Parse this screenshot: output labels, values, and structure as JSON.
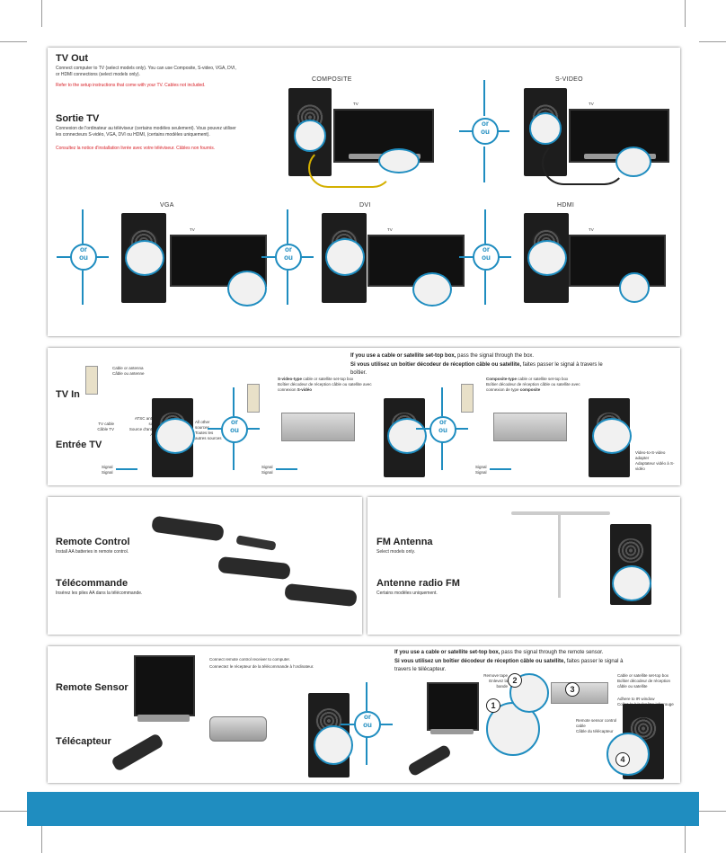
{
  "tv_out": {
    "title_en": "TV Out",
    "desc_en": "Connect computer to TV (select models only). You can use Composite, S-video, VGA, DVI, or HDMI connections (select models only).",
    "note_en": "Refer to the setup instructions that come with your TV. Cables not included.",
    "title_fr": "Sortie TV",
    "desc_fr": "Connexion de l'ordinateur au téléviseur (certains modèles seulement). Vous pouvez utiliser les connecteurs S-vidéo, VGA, DVI ou HDMI, (certains modèles uniquement).",
    "note_fr": "Consultez la notice d'installation livrée avec votre téléviseur. Câbles non fournis.",
    "composite": "COMPOSITE",
    "svideo": "S-VIDEO",
    "vga": "VGA",
    "dvi": "DVI",
    "hdmi": "HDMI",
    "tv": "TV",
    "or_en": "or",
    "or_fr": "ou"
  },
  "tv_in": {
    "title_en": "TV In",
    "title_fr": "Entrée TV",
    "header_en_bold": "If you use a cable or satellite set-top box,",
    "header_en_rest": " pass the signal through the box.",
    "header_fr_bold": "Si vous utilisez un boîtier décodeur de réception câble ou satellite,",
    "header_fr_rest": " faites passer le signal à travers le boîtier.",
    "cable_antenna": "Cable or antenna\nCâble ou antenne",
    "tv_cable": "TV cable\nCâble TV",
    "atsc": "ATSC antenna source\nSource d'antenne ATSC",
    "all_other": "All other sources\nToutes les autres sources",
    "signal": "Signal\nSignal",
    "svideo_type": "S-video-type",
    "svideo_type_rest": " cable or satellite set-top box",
    "svideo_fr": "Boîtier décodeur de réception câble ou satellite avec connexion ",
    "svideo_fr_bold": "S-vidéo",
    "composite_type": "Composite-type",
    "composite_type_rest": " cable or satellite set-top box",
    "composite_fr": "Boîtier décodeur de réception câble ou satellite avec connexion de type ",
    "composite_fr_bold": "composite",
    "adapter": "Video-to-S-video adapter\nAdaptateur vidéo à S-vidéo"
  },
  "remote": {
    "title_en": "Remote Control",
    "desc_en": "Install AA batteries in remote control.",
    "title_fr": "Télécommande",
    "desc_fr": "Insérez les piles AA dans la télécommande."
  },
  "fm": {
    "title_en": "FM Antenna",
    "desc_en": "Select models only.",
    "title_fr": "Antenne radio FM",
    "desc_fr": "Certains modèles uniquement."
  },
  "sensor": {
    "title_en": "Remote Sensor",
    "title_fr": "Télécapteur",
    "connect_en": "Connect remote control receiver to computer.",
    "connect_fr": "Connectez le récepteur de la télécommande à l'ordinateur.",
    "header_en_bold": "If you use a cable or satellite set-top box,",
    "header_en_rest": " pass the signal through the remote sensor.",
    "header_fr_bold": "Si vous utilisez un boîtier décodeur de réception câble ou satellite,",
    "header_fr_rest": " faites passer le signal à travers le télécapteur.",
    "remove_tape": "Remove tape\nEnlevez la bande",
    "settop": "Cable or satellite set-top box\nBoîtier décodeur de réception câble ou satellite",
    "adhere": "Adhere to IR window\nCollez-le à la fenêtre infrarouge",
    "sensor_cable": "Remote sensor control cable\nCâble du télécapteur",
    "steps": [
      "1",
      "2",
      "3",
      "4"
    ]
  },
  "colors": {
    "accent": "#1f8dc0",
    "warning": "#d81f26",
    "footer": "#1f8dc0"
  }
}
